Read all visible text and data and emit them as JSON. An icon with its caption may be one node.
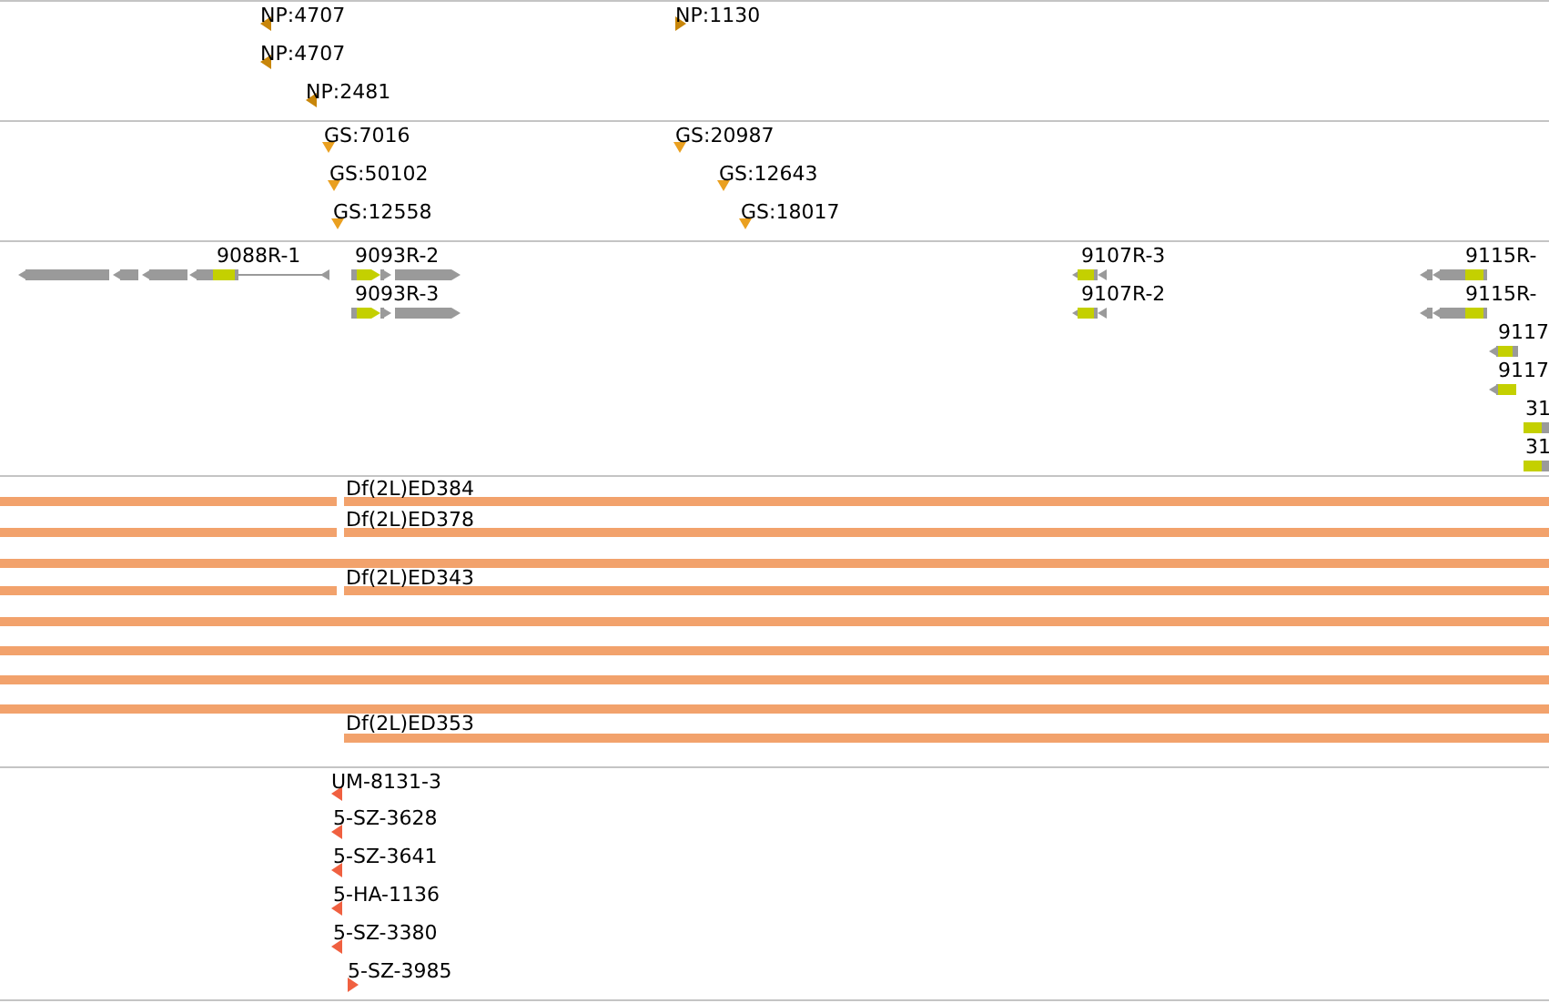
{
  "diagram": {
    "labels": [
      "NP:4707",
      "NP:1130",
      "NP:4707",
      "NP:2481",
      "GS:7016",
      "GS:20987",
      "GS:50102",
      "GS:12643",
      "GS:12558",
      "GS:18017",
      "9088R-1",
      "9093R-2",
      "9107R-3",
      "9115R-",
      "9093R-3",
      "9107R-2",
      "9115R-",
      "9117",
      "9117",
      "31",
      "31",
      "Df(2L)ED384",
      "Df(2L)ED378",
      "Df(2L)ED343",
      "Df(2L)ED353",
      "UM-8131-3",
      "5-SZ-3628",
      "5-SZ-3641",
      "5-HA-1136",
      "5-SZ-3380",
      "5-SZ-3985"
    ]
  }
}
